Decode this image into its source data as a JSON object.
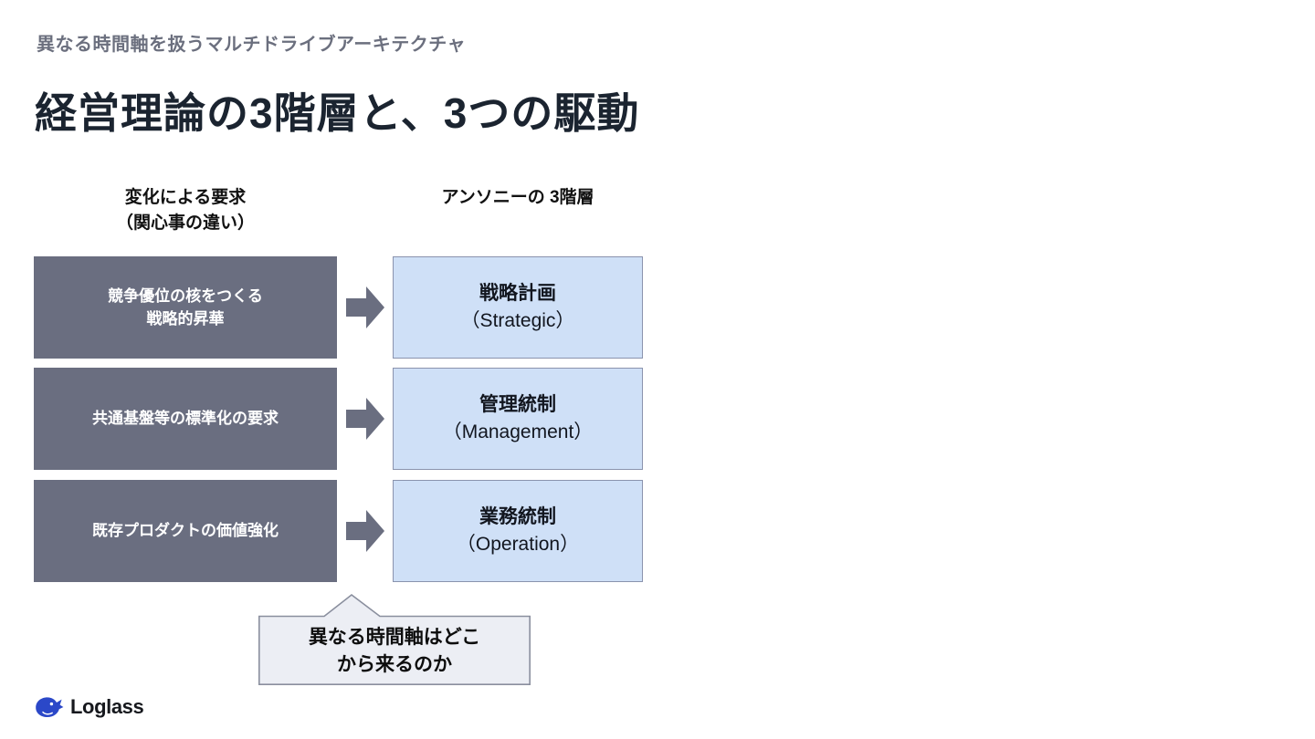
{
  "slide": {
    "eyebrow": "異なる時間軸を扱うマルチドライブアーキテクチャ",
    "title": "経営理論の3階層と、3つの駆動"
  },
  "columns": {
    "left_heading_line1": "変化による要求",
    "left_heading_line2": "（関心事の違い）",
    "right_heading": "アンソニーの 3階層"
  },
  "rows": [
    {
      "demand_line1": "競争優位の核をつくる",
      "demand_line2": "戦略的昇華",
      "layer_jp": "戦略計画",
      "layer_en": "（Strategic）"
    },
    {
      "demand_line1": "共通基盤等の標準化の要求",
      "demand_line2": "",
      "layer_jp": "管理統制",
      "layer_en": "（Management）"
    },
    {
      "demand_line1": "既存プロダクトの価値強化",
      "demand_line2": "",
      "layer_jp": "業務統制",
      "layer_en": "（Operation）"
    }
  ],
  "callout": {
    "line1": "異なる時間軸はどこ",
    "line2": "から来るのか"
  },
  "logo": {
    "text": "Loglass",
    "mark": "whale-icon"
  },
  "colors": {
    "demand_box": "#6a6e80",
    "layer_box_fill": "#cfe0f7",
    "layer_box_border": "#8a93ad",
    "arrow": "#6a6e80",
    "callout_fill": "#eceef4",
    "callout_border": "#8a8f9e",
    "title": "#1b2430",
    "eyebrow": "#6b6f7e",
    "logo_mark": "#2b48c8"
  }
}
